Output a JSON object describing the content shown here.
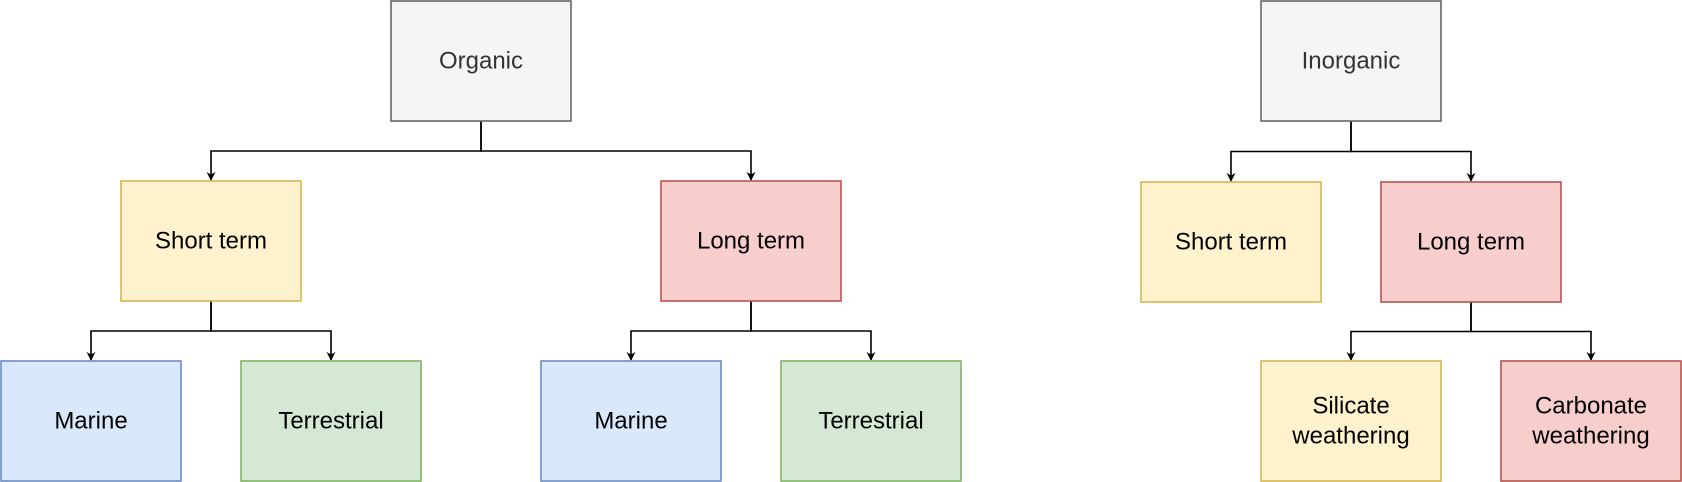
{
  "diagram": {
    "colors": {
      "gray_fill": "#f5f5f5",
      "gray_stroke": "#666666",
      "gray_text": "#333333",
      "yellow_fill": "#fff2cc",
      "yellow_stroke": "#d6b656",
      "red_fill": "#f8cecc",
      "red_stroke": "#b85450",
      "blue_fill": "#dae8fc",
      "blue_stroke": "#6c8ebf",
      "green_fill": "#d5e8d4",
      "green_stroke": "#82b366",
      "text": "#000000",
      "edge": "#000000"
    },
    "nodes": {
      "organic": {
        "label": "Organic",
        "style": "gray"
      },
      "organic_short": {
        "label": "Short term",
        "style": "yellow"
      },
      "organic_long": {
        "label": "Long term",
        "style": "red"
      },
      "organic_short_marine": {
        "label": "Marine",
        "style": "blue"
      },
      "organic_short_terrestrial": {
        "label": "Terrestrial",
        "style": "green"
      },
      "organic_long_marine": {
        "label": "Marine",
        "style": "blue"
      },
      "organic_long_terrestrial": {
        "label": "Terrestrial",
        "style": "green"
      },
      "inorganic": {
        "label": "Inorganic",
        "style": "gray"
      },
      "inorganic_short": {
        "label": "Short term",
        "style": "yellow"
      },
      "inorganic_long": {
        "label": "Long term",
        "style": "red"
      },
      "silicate": {
        "label": "Silicate weathering",
        "style": "yellow"
      },
      "carbonate": {
        "label": "Carbonate weathering",
        "style": "red"
      }
    },
    "edges": [
      {
        "from": "organic",
        "to": "organic_short"
      },
      {
        "from": "organic",
        "to": "organic_long"
      },
      {
        "from": "organic_short",
        "to": "organic_short_marine"
      },
      {
        "from": "organic_short",
        "to": "organic_short_terrestrial"
      },
      {
        "from": "organic_long",
        "to": "organic_long_marine"
      },
      {
        "from": "organic_long",
        "to": "organic_long_terrestrial"
      },
      {
        "from": "inorganic",
        "to": "inorganic_short"
      },
      {
        "from": "inorganic",
        "to": "inorganic_long"
      },
      {
        "from": "inorganic_long",
        "to": "silicate"
      },
      {
        "from": "inorganic_long",
        "to": "carbonate"
      }
    ]
  }
}
